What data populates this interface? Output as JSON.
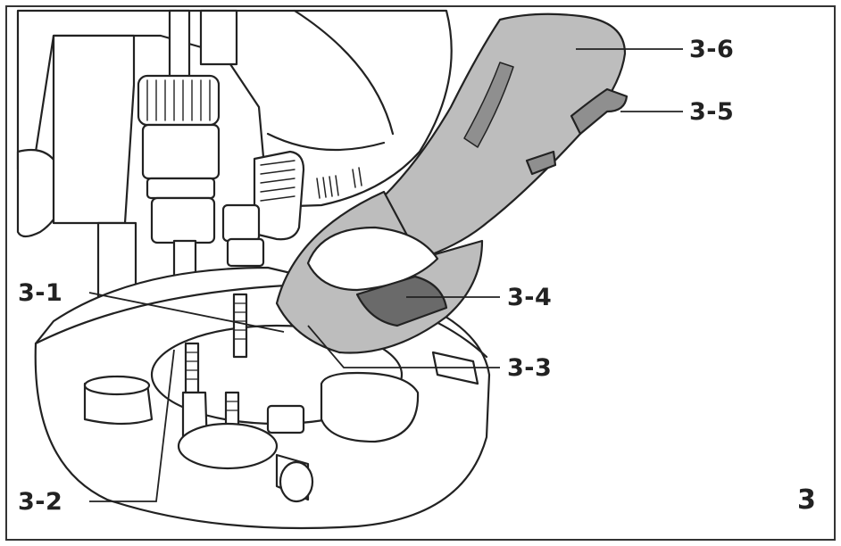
{
  "figure": {
    "number": "3",
    "callouts": [
      {
        "id": "3-1",
        "label": "3-1"
      },
      {
        "id": "3-2",
        "label": "3-2"
      },
      {
        "id": "3-3",
        "label": "3-3"
      },
      {
        "id": "3-4",
        "label": "3-4"
      },
      {
        "id": "3-5",
        "label": "3-5"
      },
      {
        "id": "3-6",
        "label": "3-6"
      }
    ]
  },
  "colors": {
    "ink": "#222222",
    "part_fill": "#ffffff",
    "wrench_fill": "#bdbdbd",
    "wrench_dark": "#8f8f8f",
    "jaw_dark": "#6a6a6a",
    "frame": "#333333"
  }
}
